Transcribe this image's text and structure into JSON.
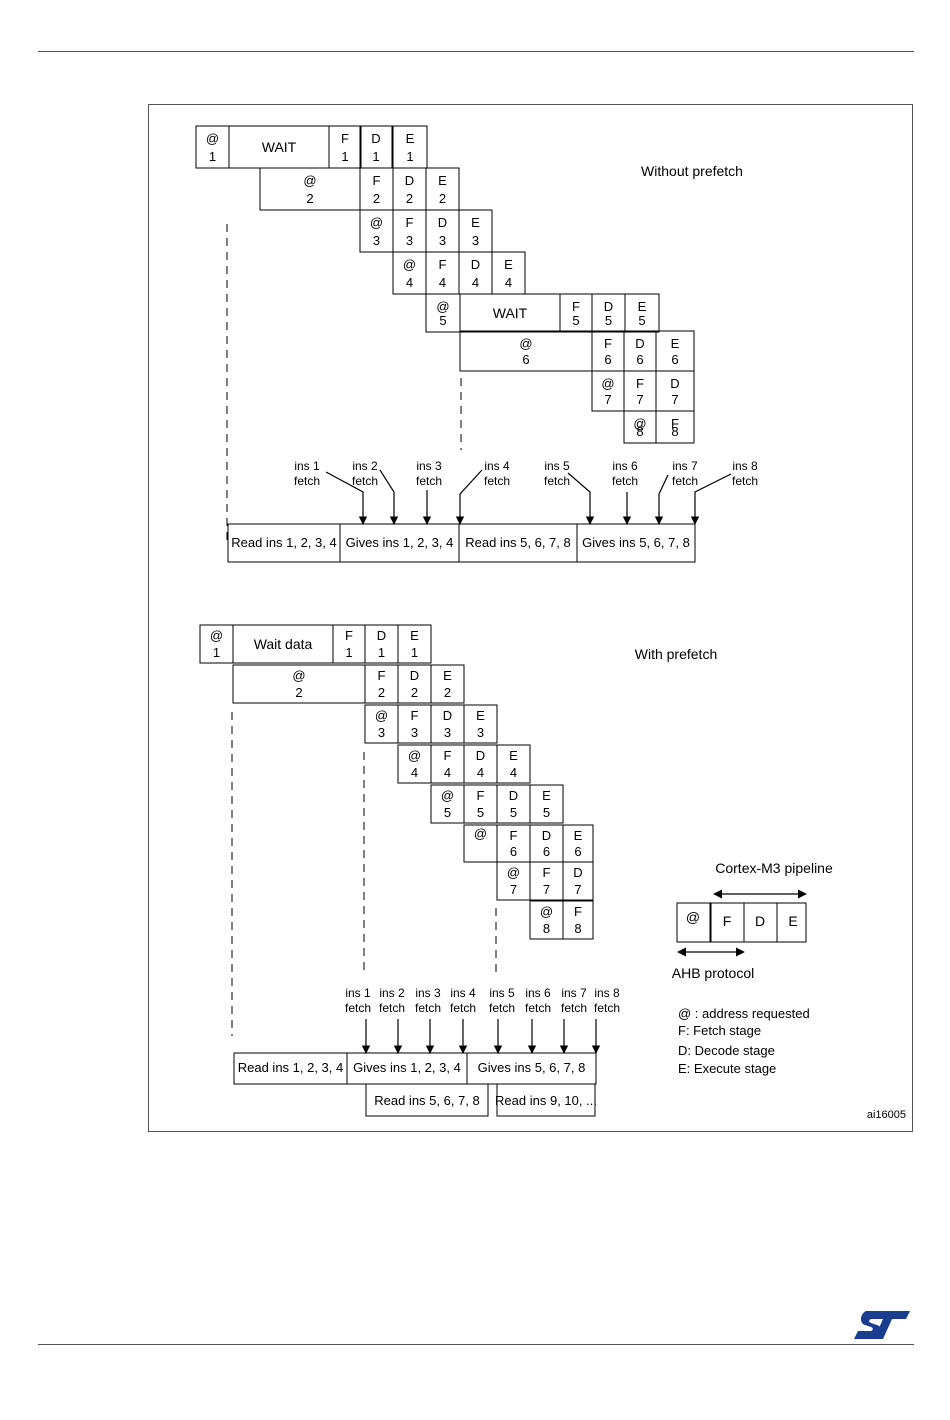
{
  "diagram": {
    "figure_id": "ai16005",
    "without_prefetch": {
      "title": "Without prefetch",
      "cells": [
        {
          "t": "@",
          "s": "1"
        },
        {
          "t": "WAIT",
          "s": ""
        },
        {
          "t": "F",
          "s": "1"
        },
        {
          "t": "D",
          "s": "1"
        },
        {
          "t": "E",
          "s": "1"
        },
        {
          "t": "@",
          "s": "2"
        },
        {
          "t": "F",
          "s": "2"
        },
        {
          "t": "D",
          "s": "2"
        },
        {
          "t": "E",
          "s": "2"
        },
        {
          "t": "@",
          "s": "3"
        },
        {
          "t": "F",
          "s": "3"
        },
        {
          "t": "D",
          "s": "3"
        },
        {
          "t": "E",
          "s": "3"
        },
        {
          "t": "@",
          "s": "4"
        },
        {
          "t": "F",
          "s": "4"
        },
        {
          "t": "D",
          "s": "4"
        },
        {
          "t": "E",
          "s": "4"
        },
        {
          "t": "@",
          "s": "5"
        },
        {
          "t": "WAIT",
          "s": ""
        },
        {
          "t": "F",
          "s": "5"
        },
        {
          "t": "D",
          "s": "5"
        },
        {
          "t": "E",
          "s": "5"
        },
        {
          "t": "@",
          "s": "6"
        },
        {
          "t": "F",
          "s": "6"
        },
        {
          "t": "D",
          "s": "6"
        },
        {
          "t": "E",
          "s": "6"
        },
        {
          "t": "@",
          "s": "7"
        },
        {
          "t": "F",
          "s": "7"
        },
        {
          "t": "D",
          "s": "7"
        },
        {
          "t": "@",
          "s": "8"
        },
        {
          "t": "F",
          "s": "8"
        }
      ],
      "fetch_labels": [
        {
          "a": "ins 1",
          "b": "fetch"
        },
        {
          "a": "ins 2",
          "b": "fetch"
        },
        {
          "a": "ins 3",
          "b": "fetch"
        },
        {
          "a": "ins 4",
          "b": "fetch"
        },
        {
          "a": "ins 5",
          "b": "fetch"
        },
        {
          "a": "ins 6",
          "b": "fetch"
        },
        {
          "a": "ins 7",
          "b": "fetch"
        },
        {
          "a": "ins 8",
          "b": "fetch"
        }
      ],
      "bus": [
        "Read ins 1, 2, 3, 4",
        "Gives ins 1, 2, 3, 4",
        "Read ins 5, 6, 7, 8",
        "Gives ins 5, 6, 7, 8"
      ]
    },
    "with_prefetch": {
      "title": "With prefetch",
      "cells": [
        {
          "t": "@",
          "s": "1"
        },
        {
          "t": "Wait data",
          "s": ""
        },
        {
          "t": "F",
          "s": "1"
        },
        {
          "t": "D",
          "s": "1"
        },
        {
          "t": "E",
          "s": "1"
        },
        {
          "t": "@",
          "s": "2"
        },
        {
          "t": "F",
          "s": "2"
        },
        {
          "t": "D",
          "s": "2"
        },
        {
          "t": "E",
          "s": "2"
        },
        {
          "t": "@",
          "s": "3"
        },
        {
          "t": "F",
          "s": "3"
        },
        {
          "t": "D",
          "s": "3"
        },
        {
          "t": "E",
          "s": "3"
        },
        {
          "t": "@",
          "s": "4"
        },
        {
          "t": "F",
          "s": "4"
        },
        {
          "t": "D",
          "s": "4"
        },
        {
          "t": "E",
          "s": "4"
        },
        {
          "t": "@",
          "s": "5"
        },
        {
          "t": "F",
          "s": "5"
        },
        {
          "t": "D",
          "s": "5"
        },
        {
          "t": "E",
          "s": "5"
        },
        {
          "t": "@",
          "s": ""
        },
        {
          "t": "F",
          "s": "6"
        },
        {
          "t": "D",
          "s": "6"
        },
        {
          "t": "E",
          "s": "6"
        },
        {
          "t": "@",
          "s": "7"
        },
        {
          "t": "F",
          "s": "7"
        },
        {
          "t": "D",
          "s": "7"
        },
        {
          "t": "@",
          "s": "8"
        },
        {
          "t": "F",
          "s": "8"
        }
      ],
      "fetch_labels": [
        {
          "a": "ins 1",
          "b": "fetch"
        },
        {
          "a": "ins 2",
          "b": "fetch"
        },
        {
          "a": "ins 3",
          "b": "fetch"
        },
        {
          "a": "ins 4",
          "b": "fetch"
        },
        {
          "a": "ins 5",
          "b": "fetch"
        },
        {
          "a": "ins 6",
          "b": "fetch"
        },
        {
          "a": "ins 7",
          "b": "fetch"
        },
        {
          "a": "ins 8",
          "b": "fetch"
        }
      ],
      "bus_top": [
        "Read ins 1, 2, 3, 4",
        "Gives ins 1, 2, 3, 4",
        "Gives ins 5, 6, 7, 8"
      ],
      "bus_bottom": [
        "Read ins 5, 6, 7, 8",
        "Read ins 9, 10, ..."
      ]
    },
    "pipeline": {
      "title": "Cortex-M3 pipeline",
      "stages": [
        "@",
        "F",
        "D",
        "E"
      ],
      "ahb_label": "AHB protocol"
    },
    "legend": [
      "@ : address requested",
      "F: Fetch stage",
      "D: Decode stage",
      "E: Execute stage"
    ]
  },
  "brand": {
    "logo": "st-logo-icon",
    "color": "#1a3d8f"
  }
}
